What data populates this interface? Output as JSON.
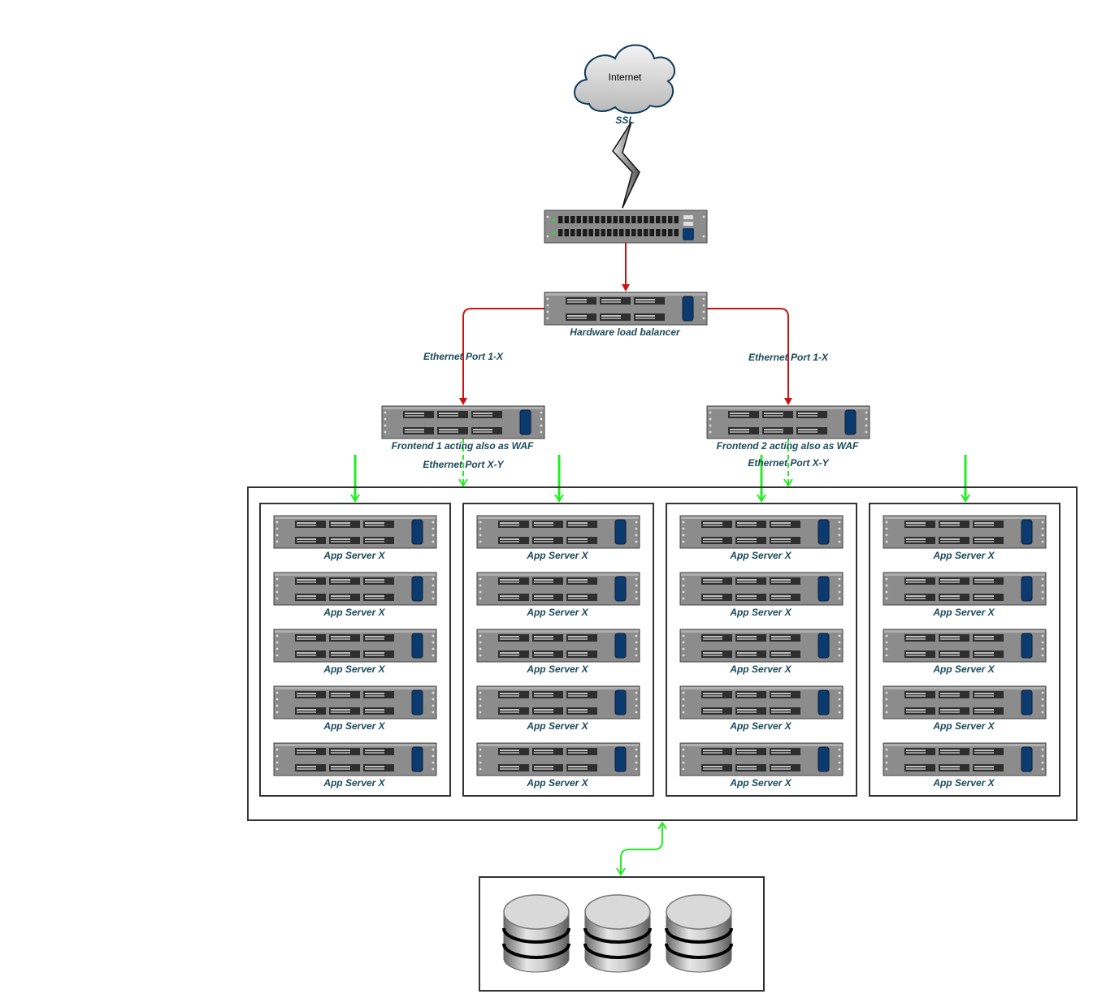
{
  "internet": {
    "label": "Internet"
  },
  "ssl_label": "SSL",
  "load_balancer": {
    "label": "Hardware load balancer"
  },
  "ports": {
    "left_in": "Ethernet Port 1-X",
    "right_in": "Ethernet Port 1-X",
    "left_out": "Ethernet Port X-Y",
    "right_out": "Ethernet Port X-Y"
  },
  "frontends": [
    {
      "label": "Frontend 1 acting also as WAF"
    },
    {
      "label": "Frontend 2 acting also as WAF"
    }
  ],
  "app_server_label": "App Server X",
  "clusters": [
    {
      "servers": 5
    },
    {
      "servers": 5
    },
    {
      "servers": 5
    },
    {
      "servers": 5
    }
  ],
  "databases": {
    "count": 3
  },
  "colors": {
    "red_link": "#cc1111",
    "green_link": "#22ee22",
    "server_body": "#8c8c8c",
    "accent_blue": "#0b3a6e"
  }
}
